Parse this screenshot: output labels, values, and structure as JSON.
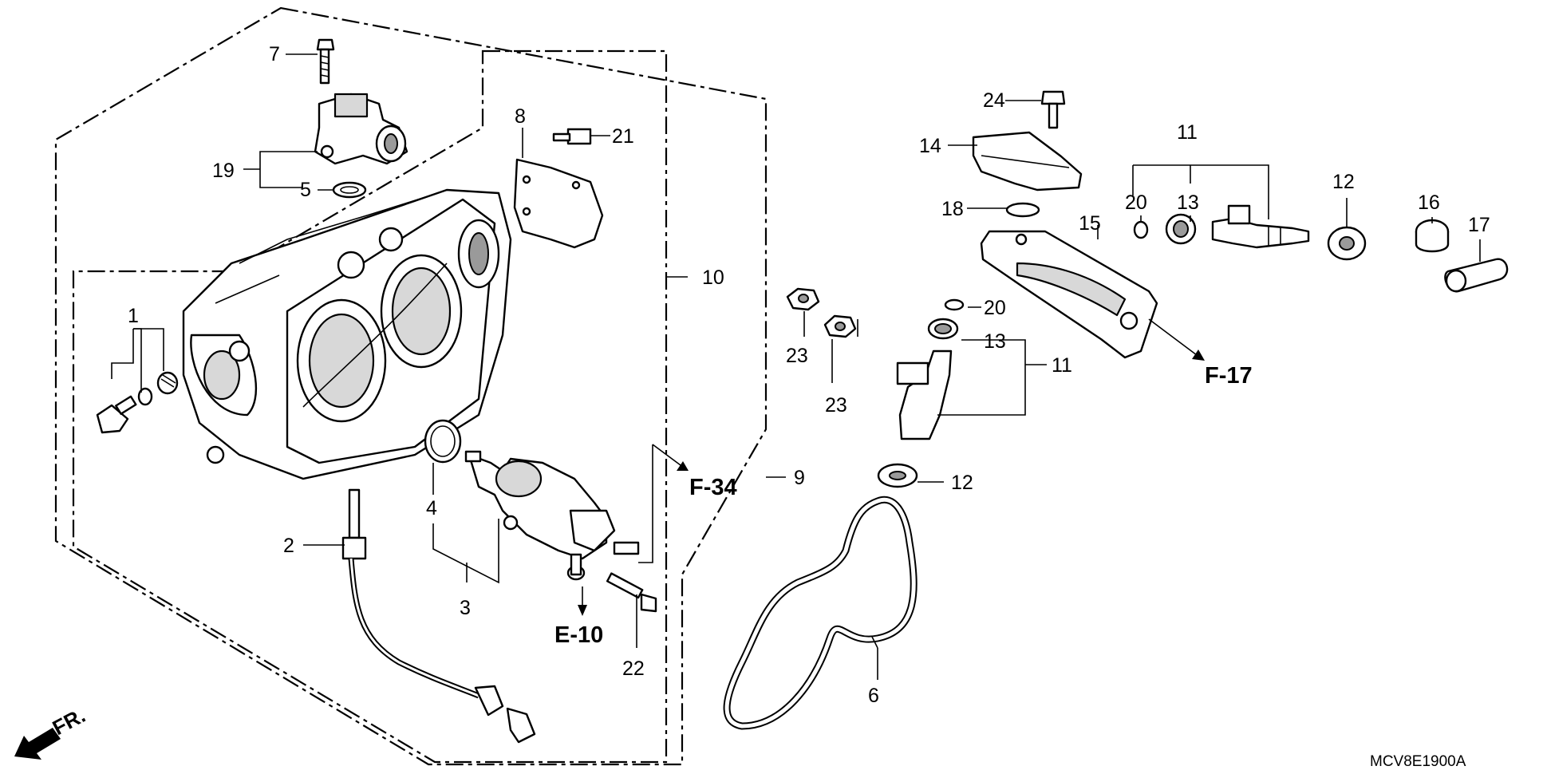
{
  "diagram_code": "MCV8E1900A",
  "front_indicator": "FR.",
  "part_numbers": [
    "1",
    "2",
    "3",
    "4",
    "5",
    "6",
    "7",
    "8",
    "9",
    "10",
    "11",
    "11",
    "12",
    "12",
    "13",
    "13",
    "14",
    "15",
    "16",
    "17",
    "18",
    "19",
    "20",
    "20",
    "21",
    "22",
    "23",
    "23",
    "24"
  ],
  "labels": {
    "p1": "1",
    "p2": "2",
    "p3": "3",
    "p4": "4",
    "p5": "5",
    "p6": "6",
    "p7": "7",
    "p8": "8",
    "p9": "9",
    "p10": "10",
    "p11a": "11",
    "p11b": "11",
    "p12a": "12",
    "p12b": "12",
    "p13a": "13",
    "p13b": "13",
    "p14": "14",
    "p15": "15",
    "p16": "16",
    "p17": "17",
    "p18": "18",
    "p19": "19",
    "p20a": "20",
    "p20b": "20",
    "p21": "21",
    "p22": "22",
    "p23a": "23",
    "p23b": "23",
    "p24": "24"
  },
  "references": {
    "f34": "F-34",
    "f17": "F-17",
    "e10": "E-10"
  }
}
